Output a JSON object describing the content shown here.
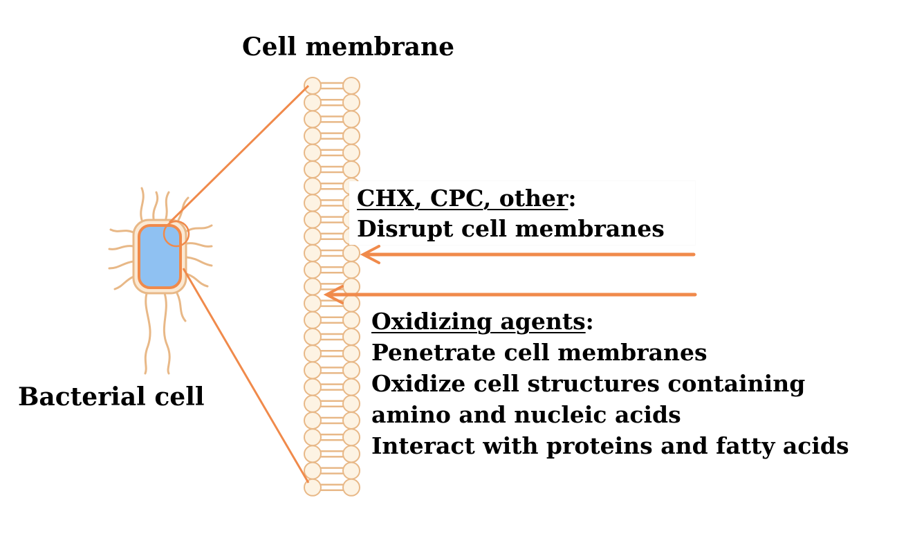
{
  "labels": {
    "cell_membrane": "Cell membrane",
    "bacterial_cell": "Bacterial cell"
  },
  "disruptors": {
    "heading": "CHX, CPC, other",
    "colon": ":",
    "line1": "Disrupt cell membranes"
  },
  "oxidizers": {
    "heading": "Oxidizing agents",
    "colon": ":",
    "line1": "Penetrate cell membranes",
    "line2": "Oxidize cell structures containing",
    "line3": "amino and nucleic acids",
    "line4": "Interact with proteins and fatty acids"
  },
  "colors": {
    "accent": "#f08a4b",
    "lipid_head": "#fdf3e3",
    "lipid_outline": "#e8b887",
    "cell_body": "#8fc1f2"
  }
}
